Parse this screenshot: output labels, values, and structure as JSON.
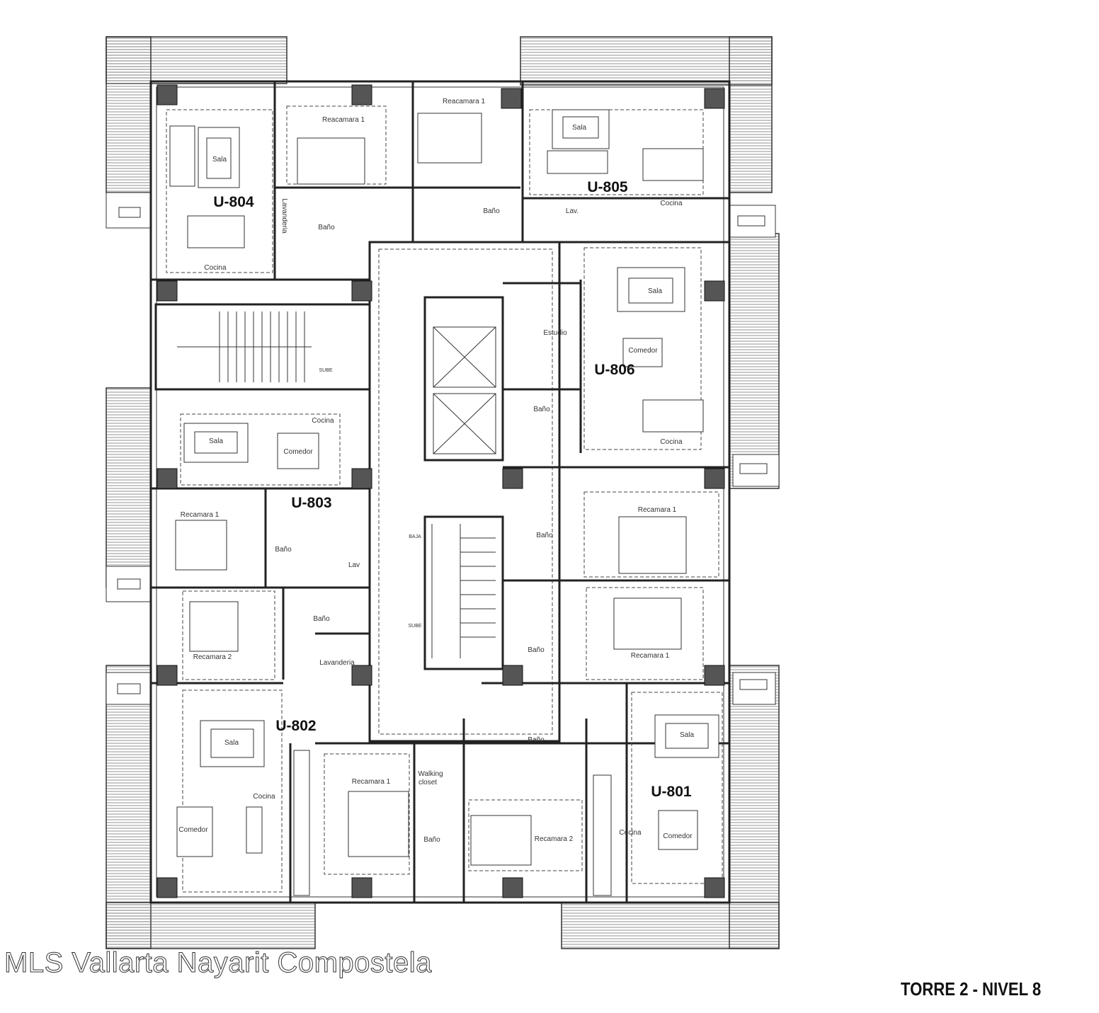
{
  "title": "TORRE 2 - NIVEL 8",
  "watermark": "MLS Vallarta Nayarit Compostela",
  "units": [
    "U-804",
    "U-805",
    "U-806",
    "U-803",
    "U-802",
    "U-801"
  ],
  "rooms": {
    "u804": {
      "sala": "Sala",
      "cocina": "Cocina",
      "lavanderia": "Lavanderia",
      "bano": "Baño",
      "recamara": "Reacamara 1"
    },
    "u805": {
      "recamara": "Reacamara 1",
      "bano": "Baño",
      "sala": "Sala",
      "lav": "Lav.",
      "cocina": "Cocina"
    },
    "u806": {
      "sala": "Sala",
      "estudio": "Estudio",
      "comedor": "Comedor",
      "cocina": "Cocina",
      "bano": "Baño",
      "bano2": "Baño",
      "recamara": "Recamara 1"
    },
    "u803": {
      "cocina": "Cocina",
      "sala": "Sala",
      "comedor": "Comedor",
      "recamara": "Recamara 1",
      "bano": "Baño",
      "lav": "Lav"
    },
    "u802": {
      "recamara2": "Recamara 2",
      "bano": "Baño",
      "lavanderia": "Lavanderia",
      "sala": "Sala",
      "cocina": "Cocina",
      "comedor": "Comedor",
      "recamara1": "Recamara 1",
      "walking1": "Walking",
      "walking2": "closet",
      "bano2": "Baño"
    },
    "u801": {
      "recamara1": "Recamara 1",
      "bano": "Baño",
      "bano2": "Baño",
      "recamara2": "Recamara 2",
      "sala": "Sala",
      "cocina": "Cocina",
      "comedor": "Comedor"
    }
  },
  "stairs": {
    "sube": "SUBE",
    "baja": "BAJA",
    "sube2": "SUBE"
  }
}
